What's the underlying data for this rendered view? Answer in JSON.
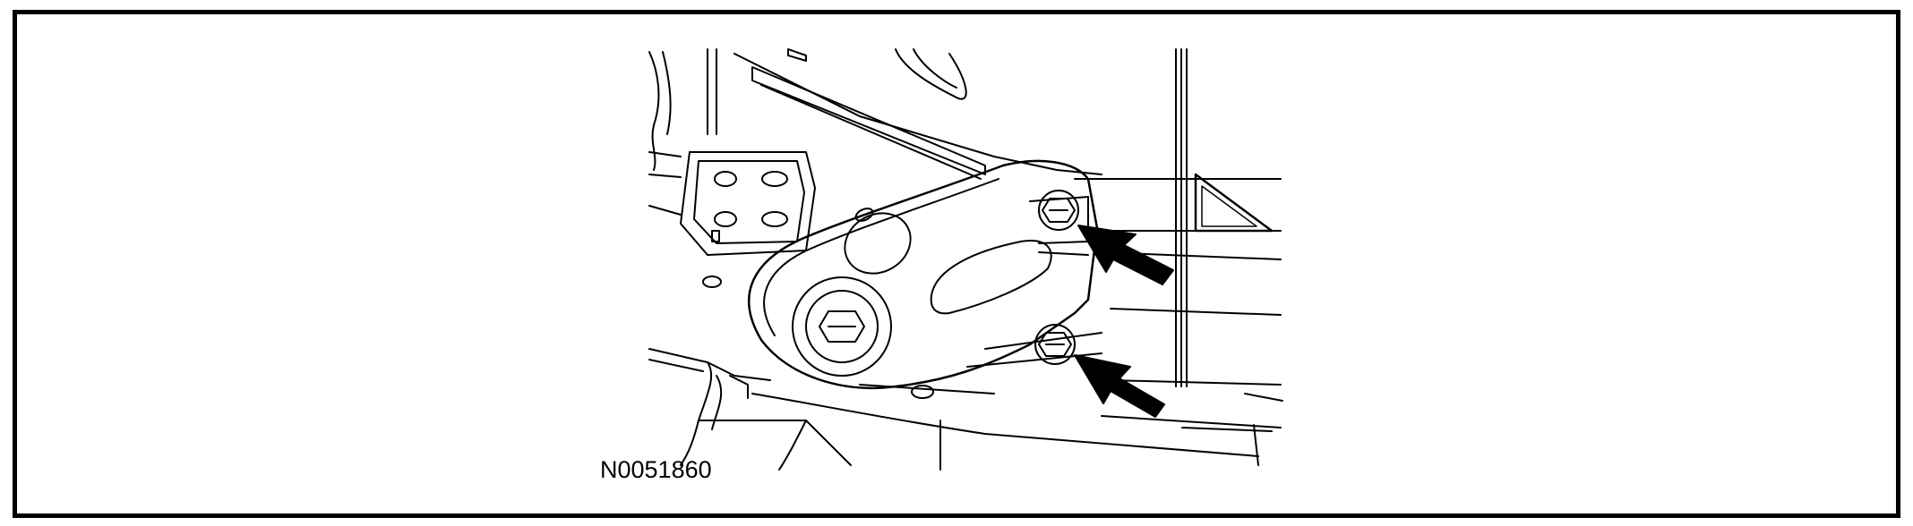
{
  "figure": {
    "code": "N0051860"
  },
  "colors": {
    "line": "#000000",
    "background": "#ffffff",
    "pointer_arrow": "#000000"
  },
  "callouts": {
    "count": 2,
    "targets": [
      "upper-bolt",
      "lower-bolt"
    ]
  }
}
